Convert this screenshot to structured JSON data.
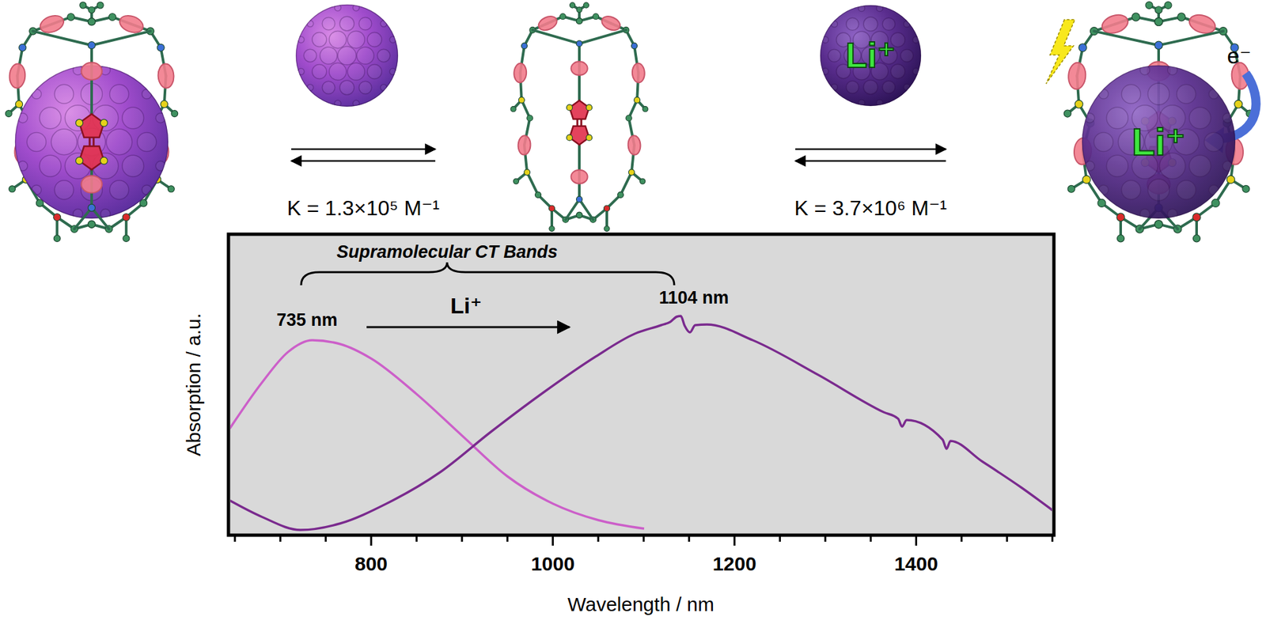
{
  "diagram": {
    "nodes": [
      {
        "text": [
          "Li⁺"
        ]
      },
      {
        "text": [
          "Li⁺"
        ]
      }
    ],
    "labels": [
      "K = 1.3×10⁵ M⁻¹",
      "K = 3.7×10⁶ M⁻¹",
      "e⁻",
      "Supramolecular CT Bands",
      "735 nm",
      "Li⁺",
      "1104 nm",
      "Absorption / a.u.",
      "800",
      "1000",
      "1200",
      "1400",
      "Wavelength / nm"
    ]
  }
}
